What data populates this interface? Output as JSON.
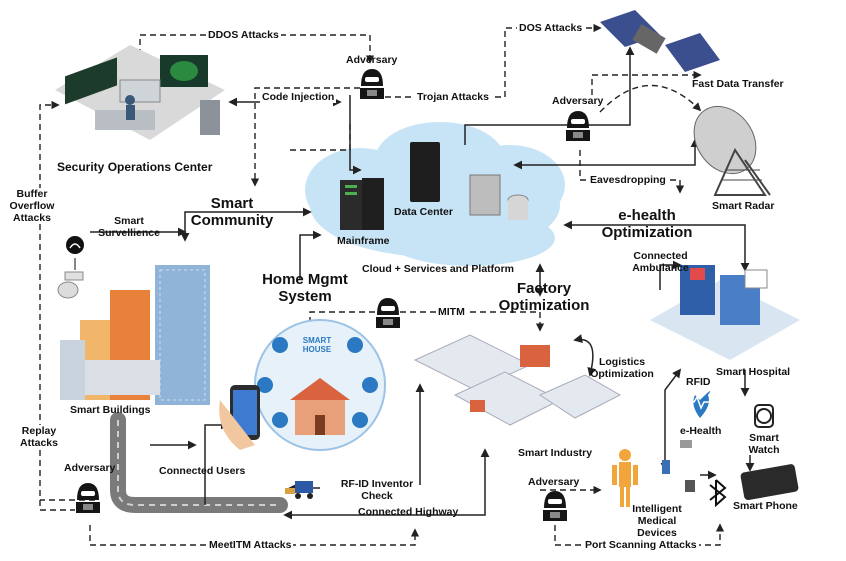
{
  "attacks": {
    "ddos": "DDOS Attacks",
    "dos": "DOS Attacks",
    "code_injection": "Code Injection",
    "trojan": "Trojan Attacks",
    "eavesdropping": "Eavesdropping",
    "mitm": "MITM",
    "meetitm": "MeetITM Attacks",
    "port_scanning": "Port Scanning Attacks",
    "buffer_overflow": "Buffer Overflow Attacks",
    "replay": "Replay Attacks"
  },
  "adversary_label": "Adversary",
  "nodes": {
    "soc": "Security Operations Center",
    "fast_data": "Fast Data Transfer",
    "smart_radar": "Smart Radar",
    "data_center": "Data Center",
    "mainframe": "Mainframe",
    "cloud": "Cloud + Services and Platform",
    "smart_community": "Smart Community",
    "smart_surveillence": "Smart Survellience",
    "home_mgmt": "Home Mgmt System",
    "smart_house": "SMART HOUSE",
    "factory": "Factory Optimization",
    "ehealth_opt": "e-health Optimization",
    "ambulance": "Connected Ambulance",
    "smart_hospital": "Smart Hospital",
    "rfid": "RFID",
    "ehealth": "e-Health",
    "smart_watch": "Smart Watch",
    "smart_phone": "Smart Phone",
    "medical_devices": "Intelligent Medical Devices",
    "logistics": "Logistics Optimization",
    "smart_industry": "Smart Industry",
    "smart_buildings": "Smart Buildings",
    "connected_users": "Connected Users",
    "rfid_inventory": "RF-ID Inventor Check",
    "highway": "Connected Highway"
  },
  "colors": {
    "cloud": "#c7e4f6",
    "arrow": "#222222",
    "road": "#7a7a7a",
    "building_orange": "#e8823a",
    "building_blue": "#8fb4d8",
    "accent_blue": "#2b79c2"
  }
}
